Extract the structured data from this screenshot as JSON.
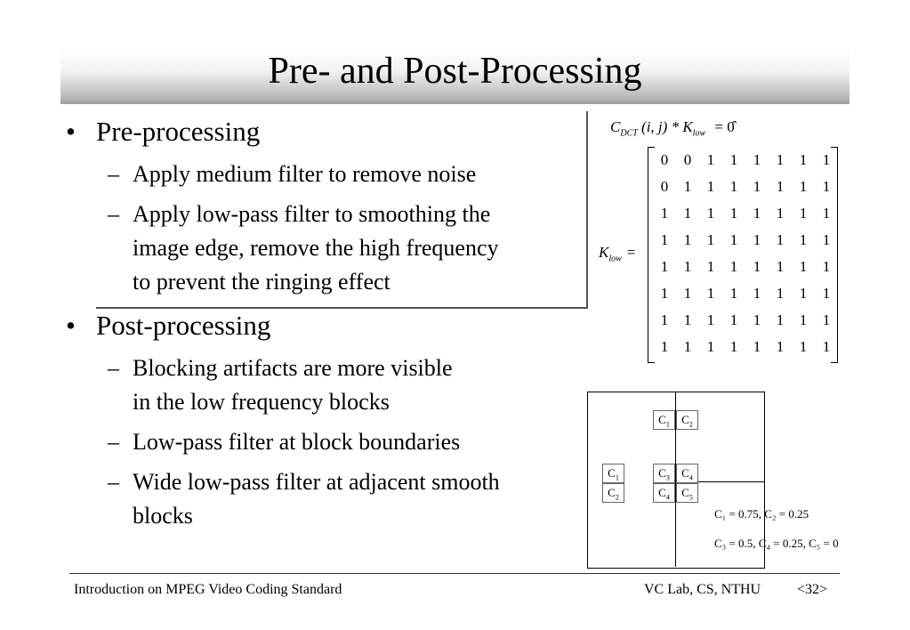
{
  "slide": {
    "title": "Pre- and Post-Processing"
  },
  "bullets": [
    {
      "label": "Pre-processing",
      "subs": [
        [
          "Apply medium filter to remove noise"
        ],
        [
          "Apply low-pass filter to smoothing the",
          "image edge, remove the high frequency",
          "to prevent the ringing effect"
        ]
      ]
    },
    {
      "label": "Post-processing",
      "subs": [
        [
          "Blocking artifacts are more visible",
          "in the low frequency blocks"
        ],
        [
          "Low-pass filter at block boundaries"
        ],
        [
          "Wide low-pass filter at adjacent smooth",
          "blocks"
        ]
      ]
    }
  ],
  "formula": {
    "c": "C",
    "c_sub": "DCT",
    "args": "(i, j) *",
    "k": "K",
    "k_sub": "low",
    "rhs": "= 0̂"
  },
  "matrix": {
    "label": "K",
    "label_sub": "low",
    "eq": "=",
    "rows": [
      [
        0,
        0,
        1,
        1,
        1,
        1,
        1,
        1
      ],
      [
        0,
        1,
        1,
        1,
        1,
        1,
        1,
        1
      ],
      [
        1,
        1,
        1,
        1,
        1,
        1,
        1,
        1
      ],
      [
        1,
        1,
        1,
        1,
        1,
        1,
        1,
        1
      ],
      [
        1,
        1,
        1,
        1,
        1,
        1,
        1,
        1
      ],
      [
        1,
        1,
        1,
        1,
        1,
        1,
        1,
        1
      ],
      [
        1,
        1,
        1,
        1,
        1,
        1,
        1,
        1
      ],
      [
        1,
        1,
        1,
        1,
        1,
        1,
        1,
        1
      ]
    ]
  },
  "diagram": {
    "cells": [
      {
        "base": "C",
        "sub": "1"
      },
      {
        "base": "C",
        "sub": "2"
      },
      {
        "base": "C",
        "sub": "1"
      },
      {
        "base": "C",
        "sub": "2"
      },
      {
        "base": "C",
        "sub": "3"
      },
      {
        "base": "C",
        "sub": "4"
      },
      {
        "base": "C",
        "sub": "4"
      },
      {
        "base": "C",
        "sub": "5"
      }
    ],
    "note1": "C₁ = 0.75, C₂ = 0.25",
    "note2": "C₃ = 0.5, C₄ = 0.25, C₅ = 0"
  },
  "footer": {
    "left": "Introduction on MPEG Video Coding Standard",
    "right": "VC Lab, CS, NTHU",
    "page": "<32>"
  }
}
